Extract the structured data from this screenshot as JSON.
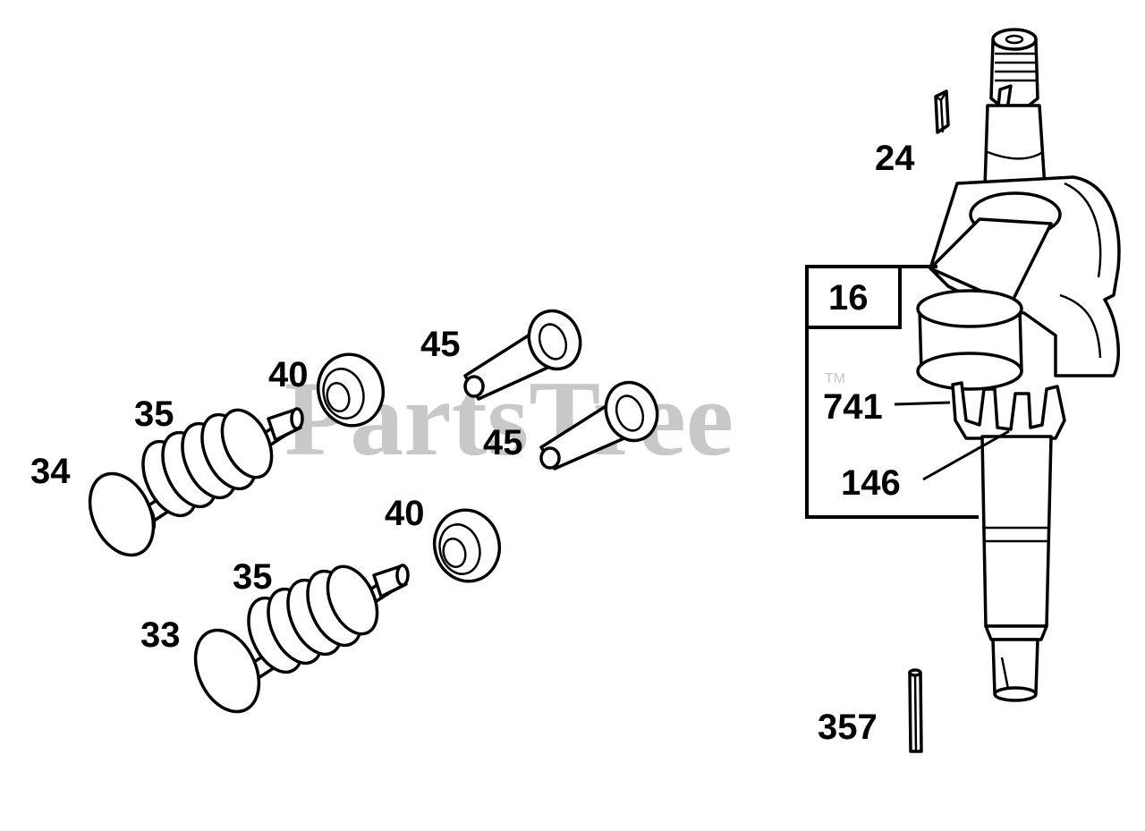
{
  "watermark": {
    "text": "PartsTree",
    "trademark": "TM",
    "color": "#c8c8c8"
  },
  "labels": {
    "p24": "24",
    "p16": "16",
    "p741": "741",
    "p146": "146",
    "p357": "357",
    "p45a": "45",
    "p45b": "45",
    "p40a": "40",
    "p40b": "40",
    "p35a": "35",
    "p35b": "35",
    "p34": "34",
    "p33": "33"
  },
  "colors": {
    "ink": "#000000",
    "background": "#ffffff"
  }
}
